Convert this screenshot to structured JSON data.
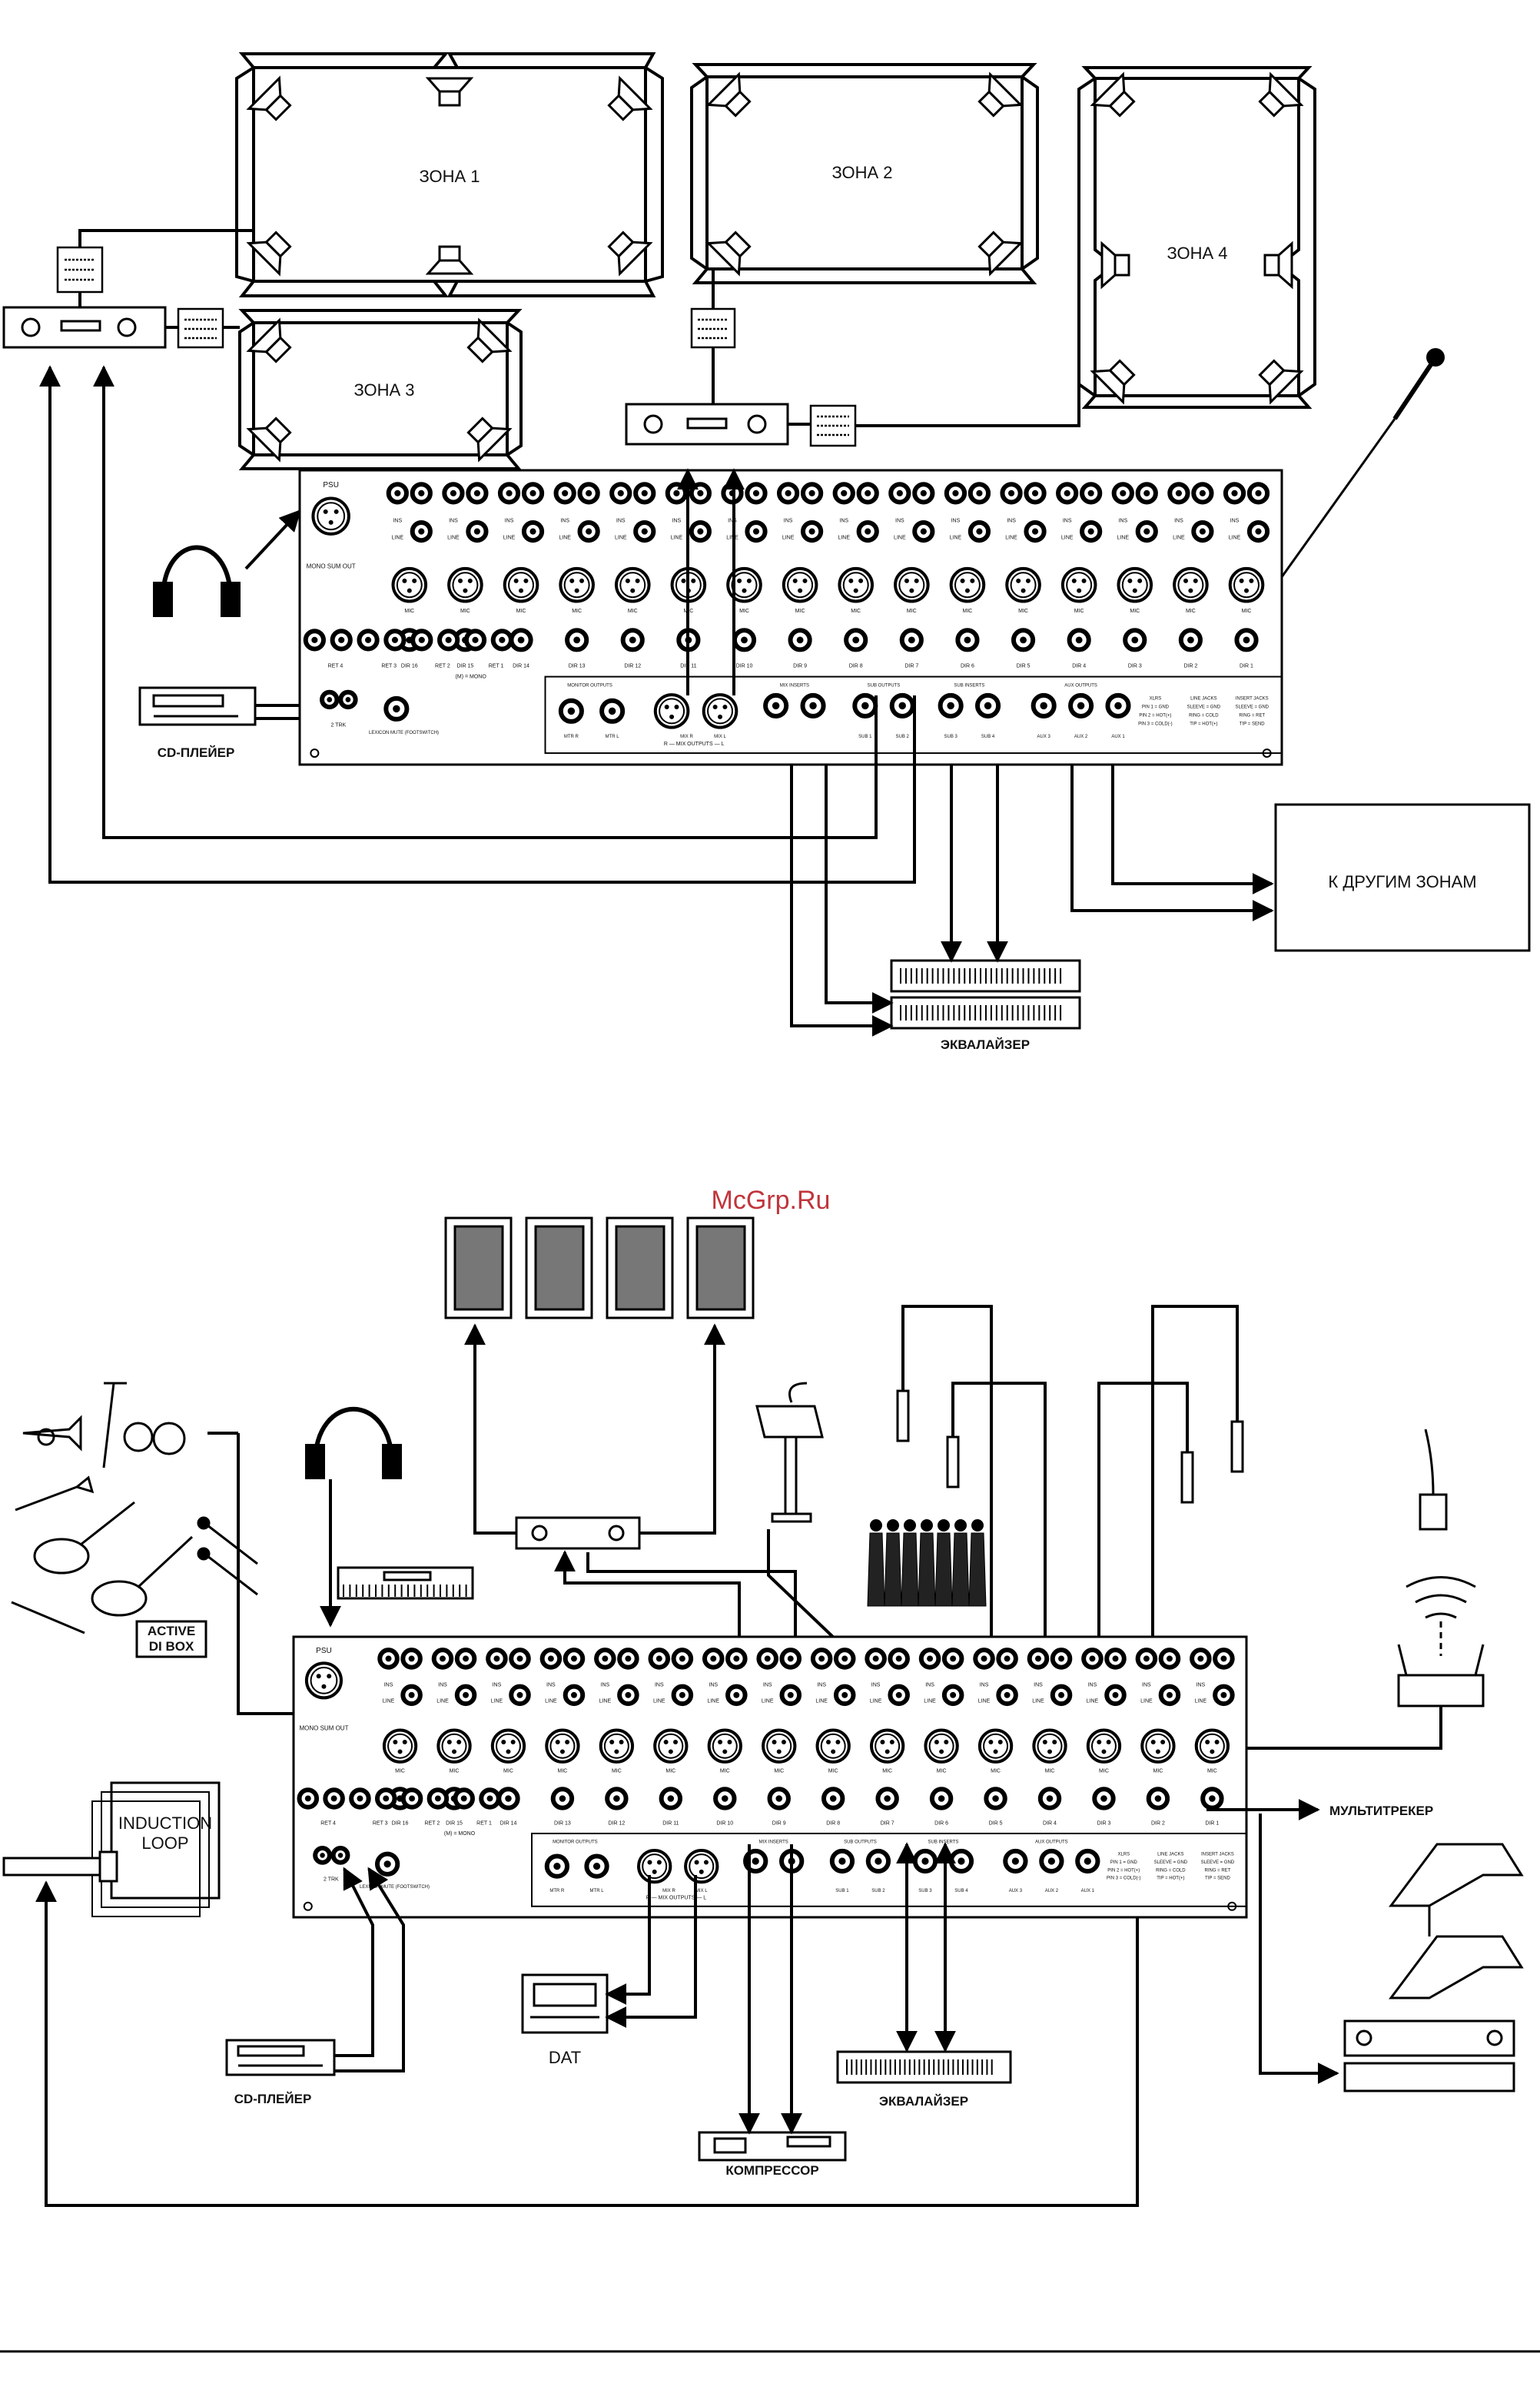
{
  "watermark": "McGrp.Ru",
  "top": {
    "zones": [
      "ЗОНА 1",
      "ЗОНА 2",
      "ЗОНА 3",
      "ЗОНА 4"
    ],
    "cd_player": "CD-ПЛЕЙЕР",
    "other_zones": "К ДРУГИМ ЗОНАМ",
    "equalizer": "ЭКВАЛАЙЗЕР"
  },
  "bottom": {
    "multitrack": "МУЛЬТИТРЕКЕР",
    "cd_player": "CD-ПЛЕЙЕР",
    "dat": "DAT",
    "equalizer": "ЭКВАЛАЙЗЕР",
    "compressor": "КОМПРЕССОР",
    "induction_loop": [
      "INDUCTION",
      "LOOP"
    ],
    "active_di_box": [
      "ACTIVE",
      "DI BOX"
    ]
  },
  "console": {
    "psu": "PSU",
    "mono_sum_out": "MONO SUM OUT",
    "ins": "INS",
    "line": "LINE",
    "mic": "MIC",
    "mono_note": "(M) = MONO",
    "returns": [
      "RET 4",
      "RET 3",
      "RET 2",
      "RET 1"
    ],
    "direct_outs": [
      "DIR 16",
      "DIR 15",
      "DIR 14",
      "DIR 13",
      "DIR 12",
      "DIR 11",
      "DIR 10",
      "DIR 9",
      "DIR 8",
      "DIR 7",
      "DIR 6",
      "DIR 5",
      "DIR 4",
      "DIR 3",
      "DIR 2",
      "DIR 1"
    ],
    "section_titles": [
      "MONITOR OUTPUTS",
      "MIX INSERTS",
      "SUB OUTPUTS",
      "SUB INSERTS",
      "AUX OUTPUTS"
    ],
    "jack_labels": [
      "MTR R",
      "MTR L",
      "MIX R",
      "MIX L",
      "SUB 1",
      "SUB 2",
      "SUB 3",
      "SUB 4",
      "AUX 3",
      "AUX 2",
      "AUX 1"
    ],
    "mix_outputs": "R — MIX OUTPUTS — L",
    "two_track": "2 TRK",
    "lexicon": "LEXICON MUTE (FOOTSWITCH)",
    "pin_legend": [
      "XLRS",
      "PIN 1 = GND",
      "PIN 2 = HOT(+)",
      "PIN 3 = COLD(-)"
    ],
    "jack_legend": [
      "LINE JACKS",
      "SLEEVE = GND",
      "RING = COLD",
      "TIP = HOT(+)"
    ],
    "insert_legend": [
      "INSERT JACKS",
      "SLEEVE = GND",
      "RING = RET",
      "TIP = SEND"
    ]
  }
}
